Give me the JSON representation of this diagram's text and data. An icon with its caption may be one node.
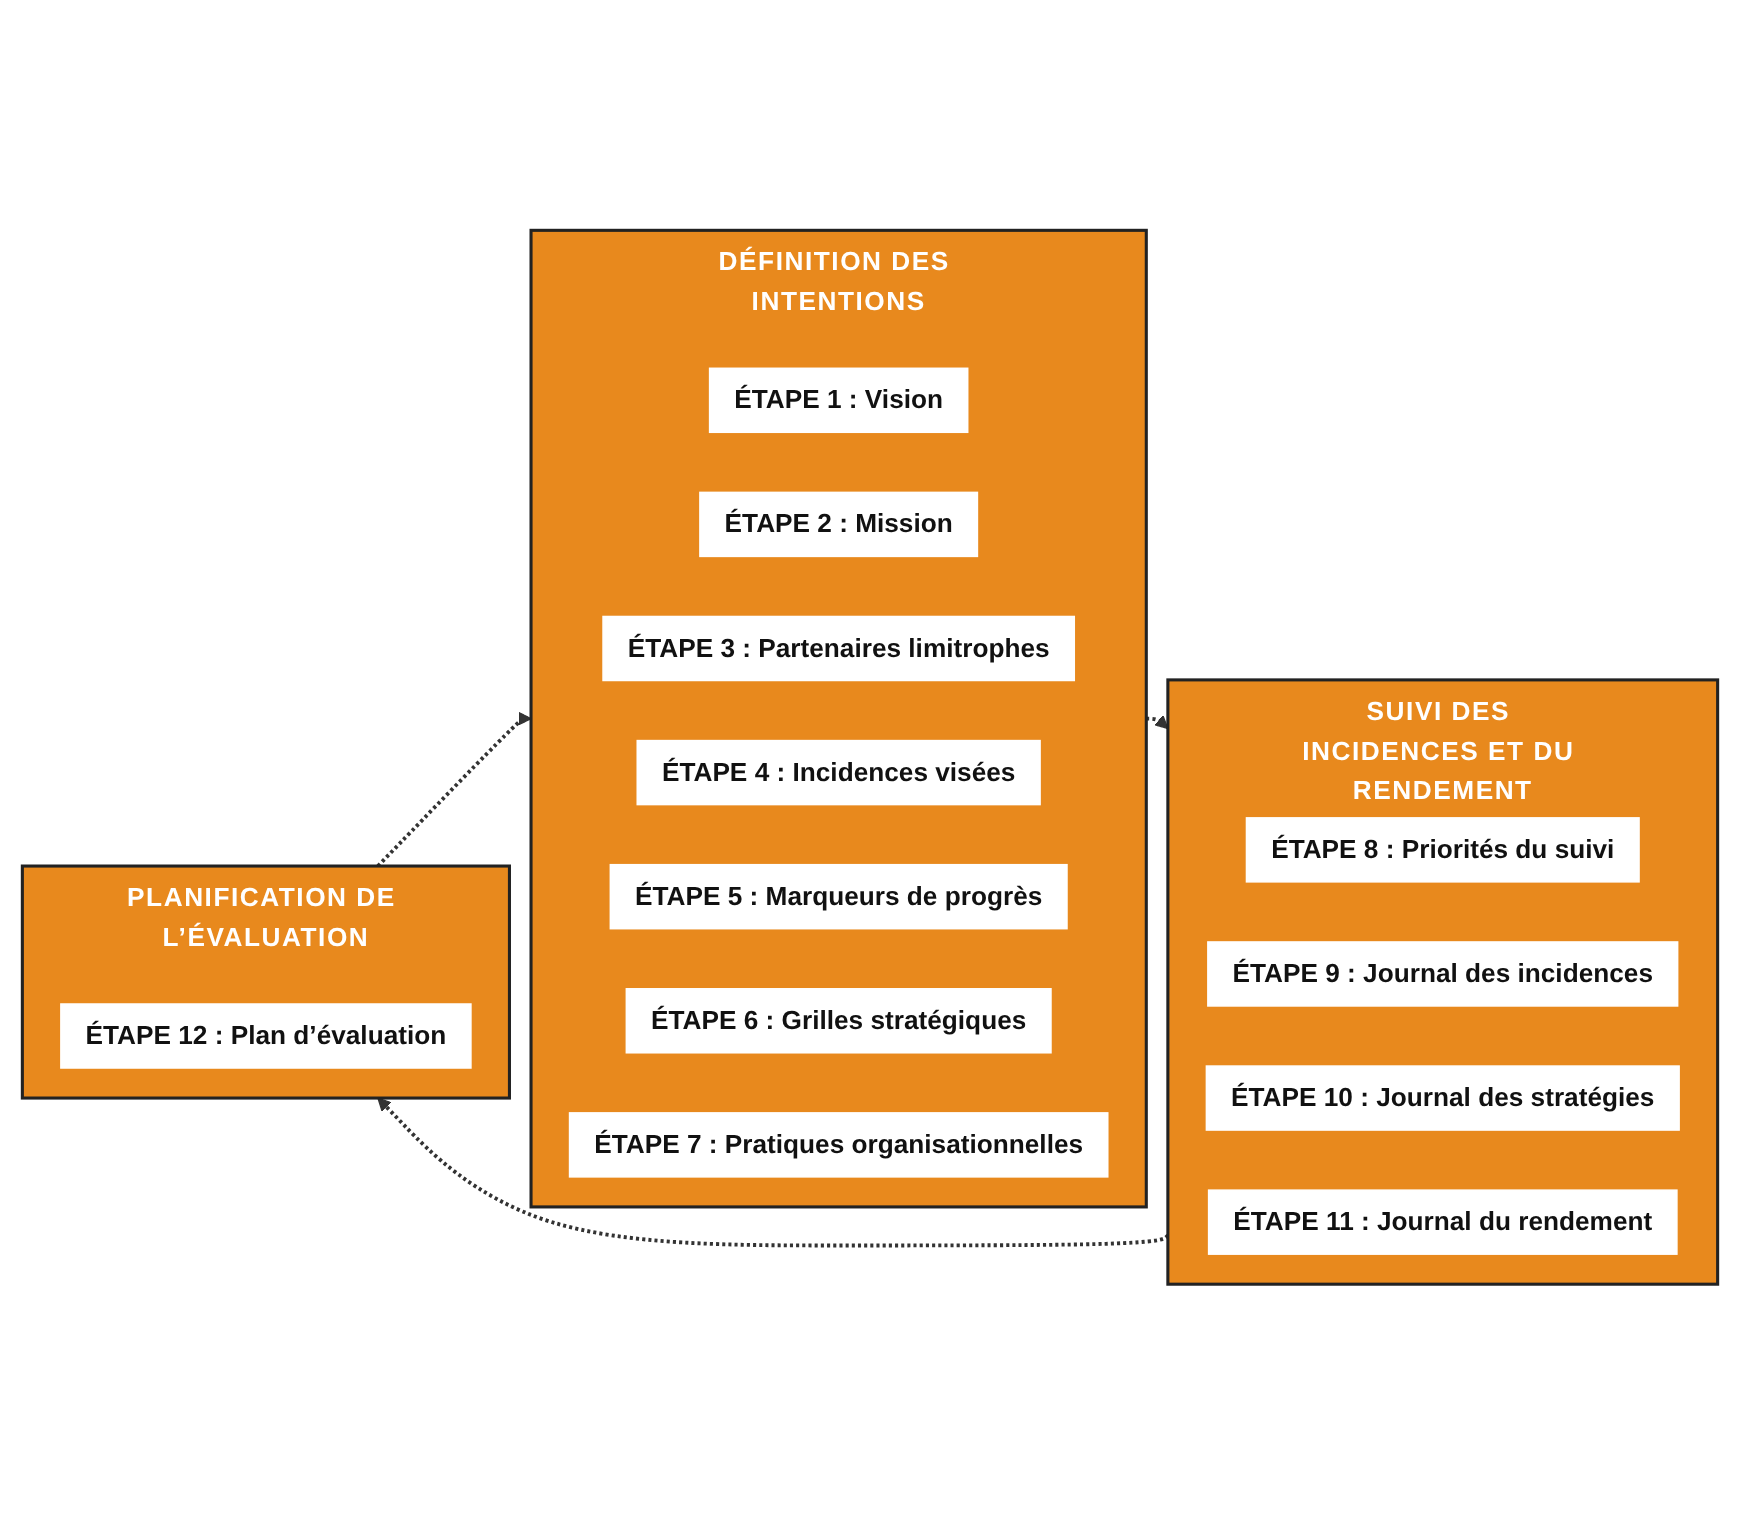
{
  "diagram": {
    "nodes": [
      {
        "text": [
          "DÉFINITION DES INTENTIONS"
        ]
      },
      {
        "text": [
          "ÉTAPE 1 : Vision"
        ],
        "in": 0
      },
      {
        "text": [
          "ÉTAPE 2 : Mission"
        ],
        "in": 0
      },
      {
        "text": [
          "ÉTAPE 3 : Partenaires limitrophes"
        ],
        "in": 0
      },
      {
        "text": [
          "ÉTAPE 4 : Incidences visées"
        ],
        "in": 0
      },
      {
        "text": [
          "ÉTAPE 5 : Marqueurs de progrès"
        ],
        "in": 0
      },
      {
        "text": [
          "ÉTAPE 6 : Grilles stratégiques"
        ],
        "in": 0
      },
      {
        "text": [
          "ÉTAPE 7 : Pratiques organisationnelles"
        ],
        "in": 0
      },
      {
        "text": [
          "SUIVI DES INCIDENCES ET DU RENDEMENT"
        ]
      },
      {
        "text": [
          "ÉTAPE 8 : Priorités du suivi"
        ],
        "in": 8
      },
      {
        "text": [
          "ÉTAPE 9 : Journal des incidences"
        ],
        "in": 8
      },
      {
        "text": [
          "ÉTAPE 10 : Journal des stratégies"
        ],
        "in": 8
      },
      {
        "text": [
          "ÉTAPE 11 : Journal du rendement"
        ],
        "in": 8
      },
      {
        "text": [
          "PLANIFICATION DE L’ÉVALUATION"
        ]
      },
      {
        "text": [
          "ÉTAPE 12 : Plan d’évaluation"
        ],
        "in": 13
      }
    ],
    "edges": [
      {
        "from": 0,
        "to": 8,
        "arrow": "to",
        "style": "dashed"
      },
      {
        "from": 8,
        "to": 13,
        "arrow": "to",
        "style": "dashed"
      },
      {
        "from": 13,
        "to": 0,
        "arrow": "to",
        "style": "dashed"
      }
    ]
  }
}
